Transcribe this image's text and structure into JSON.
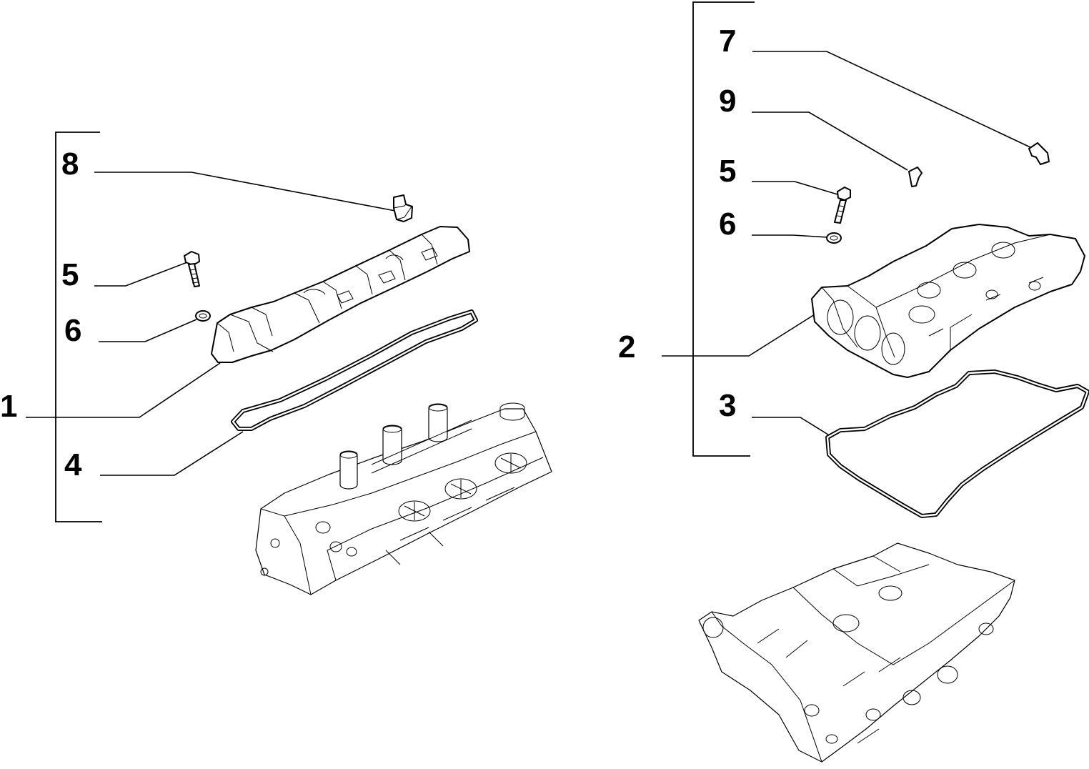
{
  "callouts": {
    "left": [
      "8",
      "5",
      "6",
      "1",
      "4"
    ],
    "right": [
      "7",
      "9",
      "5",
      "6",
      "2",
      "3"
    ]
  }
}
